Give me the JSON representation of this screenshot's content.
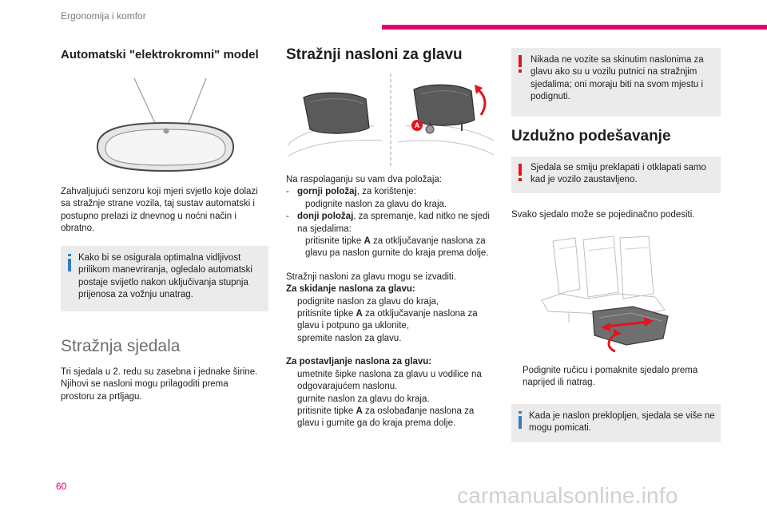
{
  "header": {
    "section": "Ergonomija i komfor"
  },
  "footer": {
    "page_number": "60",
    "watermark": "carmanualsonline.info"
  },
  "col1": {
    "mirror_title": "Automatski \"elektrokromni\" model",
    "mirror_text": "Zahvaljujući senzoru koji mjeri svjetlo koje dolazi sa stražnje strane vozila, taj sustav automatski i postupno prelazi iz dnevnog u noćni način i obratno.",
    "mirror_info": "Kako bi se osigurala optimalna vidljivost prilikom manevriranja, ogledalo automatski postaje svijetlo nakon uključivanja stupnja prijenosa za vožnju unatrag.",
    "seats_title": "Stražnja sjedala",
    "seats_text": "Tri sjedala u 2. redu su zasebna i jednake širine. Njihovi se nasloni mogu prilagoditi prema prostoru za prtljagu."
  },
  "col2": {
    "title": "Stražnji nasloni za glavu",
    "image_label": "A",
    "intro": "Na raspolaganju su vam dva položaja:",
    "dash": "-",
    "arrow": "",
    "upper_bold": "gornji položaj",
    "upper_rest": ", za korištenje:",
    "upper_step": "podignite naslon za glavu do kraja.",
    "lower_bold": "donji položaj",
    "lower_rest": ", za spremanje, kad nitko ne sjedi na sjedalima:",
    "lower_step_a": "pritisnite tipke ",
    "lower_step_b": "A",
    "lower_step_c": " za otključavanje naslona za glavu pa naslon gurnite do kraja prema dolje.",
    "remove_intro": "Stražnji nasloni za glavu mogu se izvaditi.",
    "remove_title": "Za skidanje naslona za glavu:",
    "remove_s1": "podignite naslon za glavu do kraja,",
    "remove_s2a": "pritisnite tipke ",
    "remove_s2b": "A",
    "remove_s2c": " za otključavanje naslona za glavu i potpuno ga uklonite,",
    "remove_s3": "spremite naslon za glavu.",
    "install_title": "Za postavljanje naslona za glavu:",
    "install_s1": "umetnite šipke naslona za glavu u vodilice na odgovarajućem naslonu.",
    "install_s2": "gurnite naslon za glavu do kraja.",
    "install_s3a": "pritisnite tipke ",
    "install_s3b": "A",
    "install_s3c": " za oslobađanje naslona za glavu i gurnite ga do kraja prema dolje."
  },
  "col3": {
    "warning1": "Nikada ne vozite sa skinutim naslonima za glavu ako su u vozilu putnici na stražnjim sjedalima; oni moraju biti na svom mjestu i podignuti.",
    "title": "Uzdužno podešavanje",
    "warning2": "Sjedala se smiju preklapati i otklapati samo kad je vozilo zaustavljeno.",
    "text": "Svako sjedalo može se pojedinačno podesiti.",
    "arrow": "",
    "step": "Podignite ručicu i pomaknite sjedalo prema naprijed ili natrag.",
    "info": "Kada je naslon preklopljen, sjedala se više ne mogu pomicati."
  },
  "colors": {
    "accent": "#e2006a",
    "info": "#2f7fc1",
    "warning": "#e3141c",
    "box": "#ebebeb"
  }
}
